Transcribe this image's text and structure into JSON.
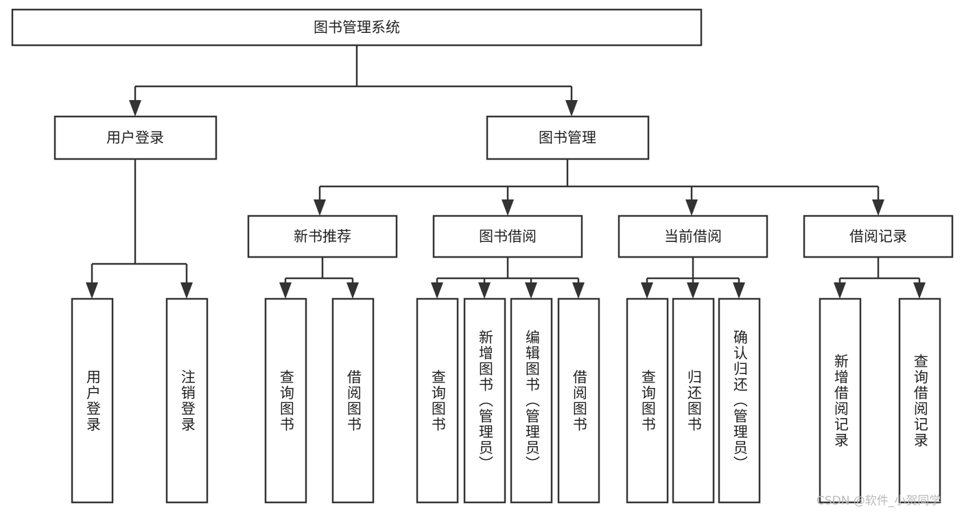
{
  "diagram": {
    "title": "图书管理系统",
    "type": "hierarchy-tree",
    "orientation": "top-down",
    "root": {
      "id": "root",
      "label": "图书管理系统",
      "level": 0
    },
    "level2": [
      {
        "id": "user-login",
        "label": "用户登录",
        "level": 1
      },
      {
        "id": "book-manage",
        "label": "图书管理",
        "level": 1
      }
    ],
    "level3": [
      {
        "id": "new-book-recommend",
        "label": "新书推荐",
        "level": 2,
        "parent": "book-manage"
      },
      {
        "id": "book-borrow",
        "label": "图书借阅",
        "level": 2,
        "parent": "book-manage"
      },
      {
        "id": "current-borrow",
        "label": "当前借阅",
        "level": 2,
        "parent": "book-manage"
      },
      {
        "id": "borrow-record",
        "label": "借阅记录",
        "level": 2,
        "parent": "book-manage"
      }
    ],
    "leaves": [
      {
        "id": "leaf-user-login",
        "label": "用户登录",
        "parent": "user-login"
      },
      {
        "id": "leaf-user-logout",
        "label": "注销登录",
        "parent": "user-login"
      },
      {
        "id": "leaf-query-book-1",
        "label": "查询图书",
        "parent": "new-book-recommend"
      },
      {
        "id": "leaf-borrow-book-1",
        "label": "借阅图书",
        "parent": "new-book-recommend"
      },
      {
        "id": "leaf-query-book-2",
        "label": "查询图书",
        "parent": "book-borrow"
      },
      {
        "id": "leaf-add-book",
        "label": "新增图书（管理员）",
        "parent": "book-borrow"
      },
      {
        "id": "leaf-edit-book",
        "label": "编辑图书（管理员）",
        "parent": "book-borrow"
      },
      {
        "id": "leaf-borrow-book-2",
        "label": "借阅图书",
        "parent": "book-borrow"
      },
      {
        "id": "leaf-query-book-3",
        "label": "查询图书",
        "parent": "current-borrow"
      },
      {
        "id": "leaf-return-book",
        "label": "归还图书",
        "parent": "current-borrow"
      },
      {
        "id": "leaf-confirm-return",
        "label": "确认归还（管理员）",
        "parent": "current-borrow"
      },
      {
        "id": "leaf-add-record",
        "label": "新增借阅记录",
        "parent": "borrow-record"
      },
      {
        "id": "leaf-query-record",
        "label": "查询借阅记录",
        "parent": "borrow-record"
      }
    ],
    "colors": {
      "box_stroke": "#333333",
      "box_fill": "#ffffff",
      "text": "#1f1f1f",
      "connector": "#333333",
      "watermark": "#b9b9b9",
      "background": "#ffffff"
    }
  },
  "watermark": {
    "text": "CSDN @软件_小贺同学"
  }
}
